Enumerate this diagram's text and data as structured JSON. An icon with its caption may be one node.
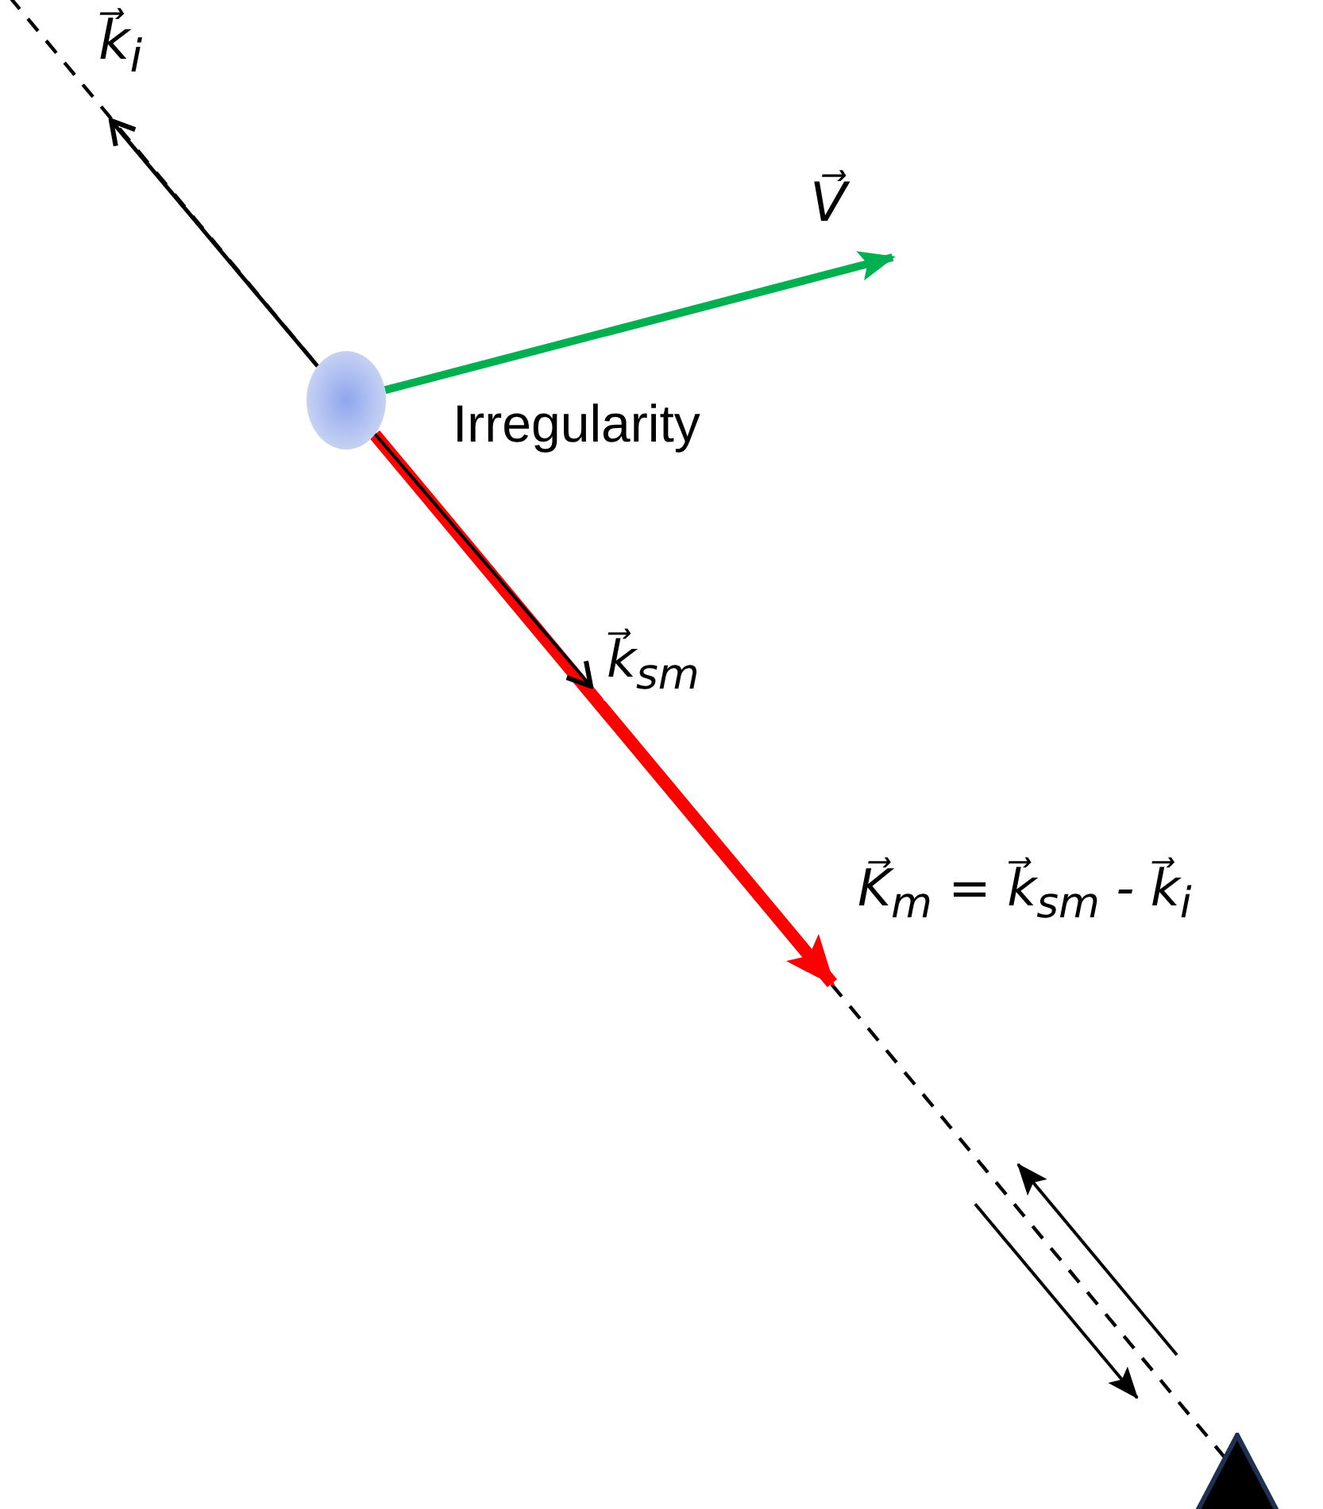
{
  "diagram": {
    "nodes": [
      {
        "text": [],
        "shape": "circle",
        "beside": [
          "Irregularity"
        ]
      },
      {
        "text": [],
        "shape": "triangle"
      }
    ],
    "edges": [
      {
        "from": 0,
        "to": null,
        "arrow": "to",
        "label": "k⃗$_{i}$"
      },
      {
        "from": 0,
        "to": null,
        "arrow": "to",
        "label": "V⃗",
        "style": "thick",
        "color": "#00b050"
      },
      {
        "from": 0,
        "to": null,
        "arrow": "to",
        "label": "K⃗$_{m}$ = k⃗$_{sm}$ - k⃗$_{i}$",
        "style": "thick",
        "color": "#ff0000"
      },
      {
        "from": 0,
        "to": null,
        "arrow": "to",
        "label": "k⃗$_{sm}$"
      },
      {
        "from": null,
        "to": 0,
        "arrow": "none",
        "style": "dashed"
      },
      {
        "from": 0,
        "to": 1,
        "arrow": "none",
        "style": "dashed"
      }
    ]
  }
}
